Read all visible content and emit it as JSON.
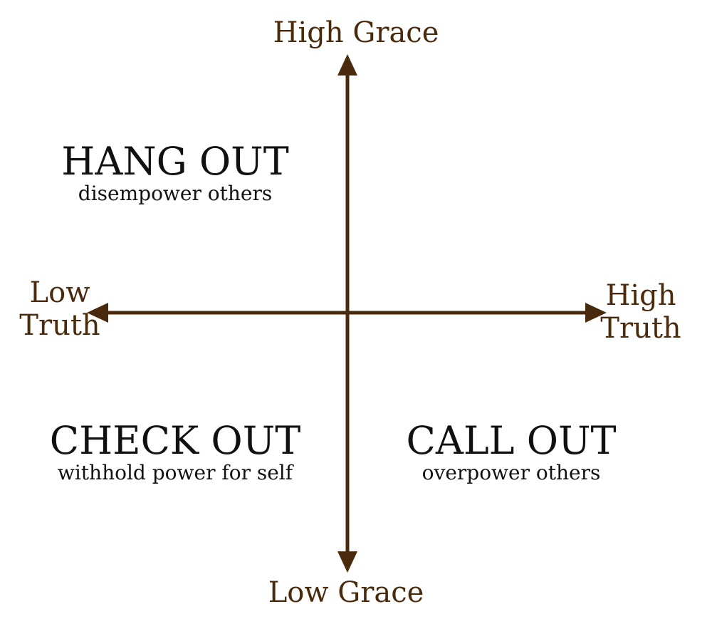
{
  "axes": {
    "top_label": "High Grace",
    "bottom_label": "Low Grace",
    "left_label_line1": "Low",
    "left_label_line2": "Truth",
    "right_label_line1": "High",
    "right_label_line2": "Truth",
    "color": "#4a2a0c"
  },
  "quadrants": {
    "top_left": {
      "title": "HANG OUT",
      "subtitle": "disempower others"
    },
    "bottom_left": {
      "title": "CHECK OUT",
      "subtitle": "withhold power for self"
    },
    "bottom_right": {
      "title": "CALL OUT",
      "subtitle": "overpower others"
    }
  }
}
